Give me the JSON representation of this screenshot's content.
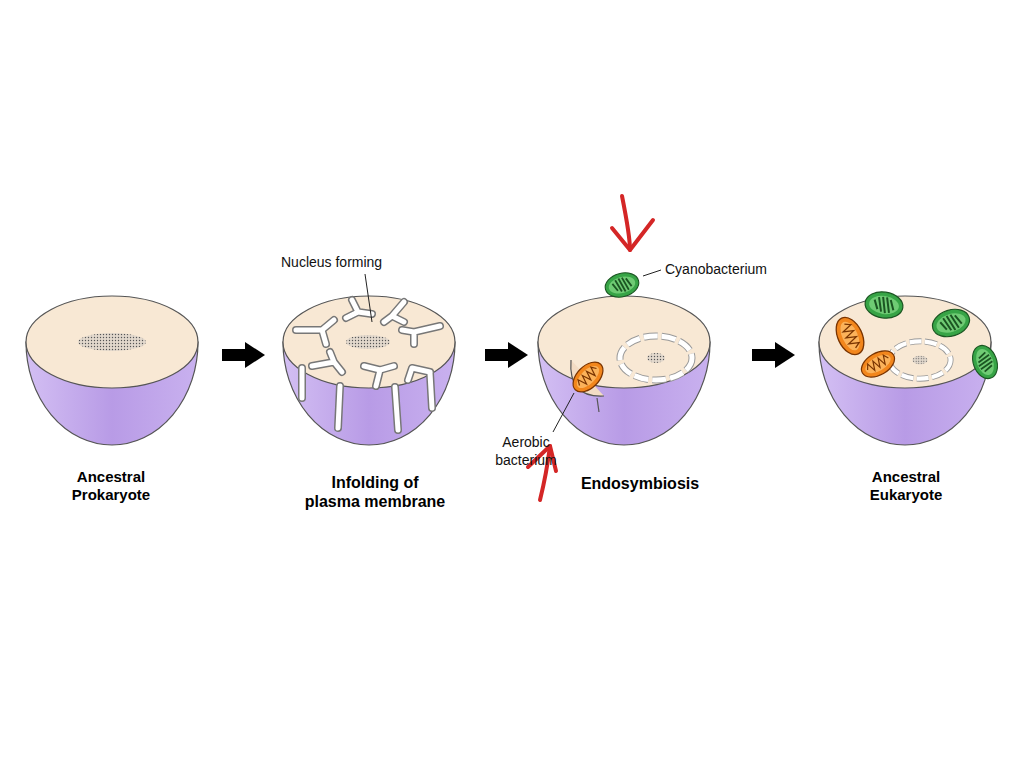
{
  "diagram": {
    "nodes": [
      {
        "text": [
          "Ancestral Prokaryote"
        ]
      },
      {
        "text": [
          "Infolding of plasma membrane"
        ]
      },
      {
        "text": [
          "Endosymbiosis"
        ]
      },
      {
        "text": [
          "Ancestral Eukaryote"
        ]
      }
    ],
    "edges": [
      {
        "from": 0,
        "to": 1,
        "arrow": "to"
      },
      {
        "from": 1,
        "to": 2,
        "arrow": "to"
      },
      {
        "from": 2,
        "to": 3,
        "arrow": "to"
      }
    ],
    "labels": [
      "Nucleus forming",
      "Cyanobacterium",
      "Aerobic bacterium"
    ]
  }
}
